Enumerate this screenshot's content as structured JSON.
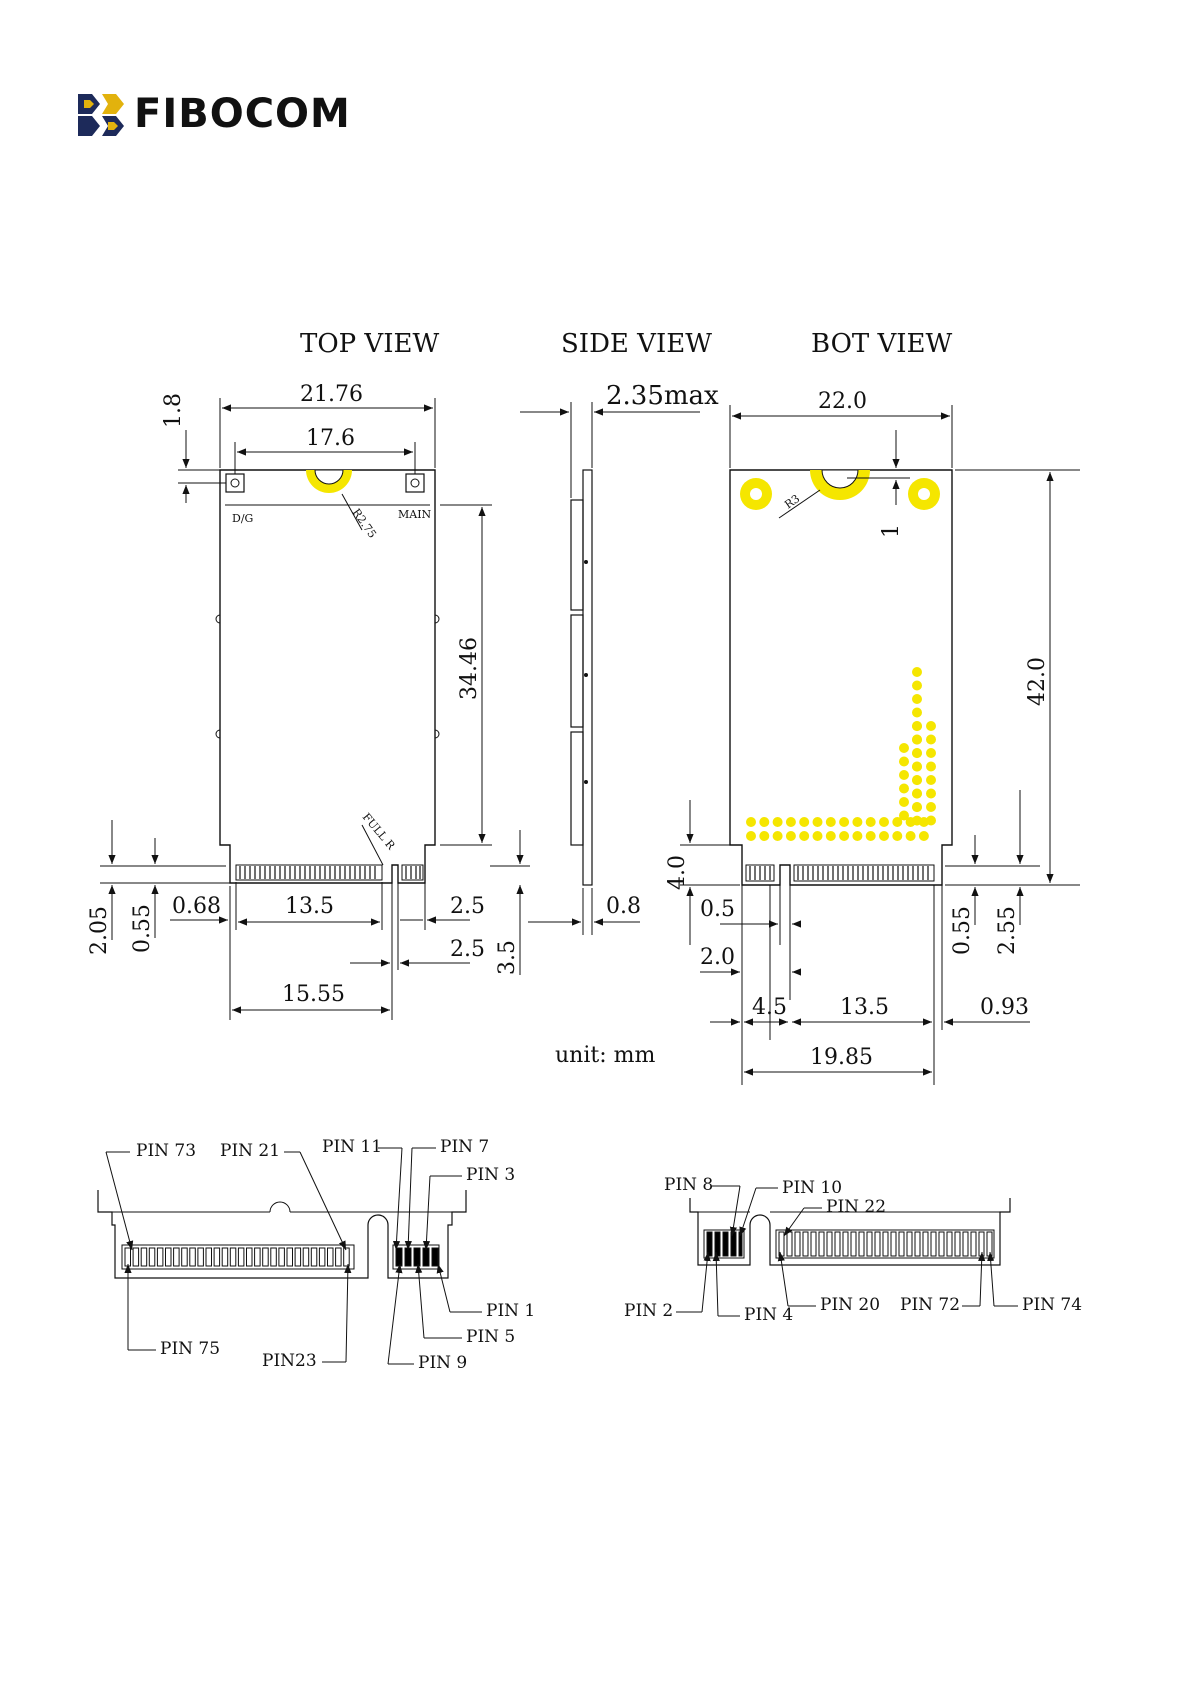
{
  "logo": {
    "text": "FIBOCOM",
    "colors": {
      "gold": "#e2b20d",
      "navy": "#1d2a5a"
    }
  },
  "views": {
    "top": "TOP VIEW",
    "side": "SIDE VIEW",
    "bot": "BOT VIEW"
  },
  "top_view": {
    "width": "21.76",
    "antenna_pitch": "17.6",
    "top_offset": "1.8",
    "height": "34.46",
    "label_dg": "D/G",
    "label_main": "MAIN",
    "radius": "R2.75",
    "full_r": "FULL R",
    "edge_left": "0.68",
    "contact_width": "13.5",
    "right_gap": "2.5",
    "key_width": "2.5",
    "key_depth": "3.5",
    "finger_len": "2.05",
    "finger_gap": "0.55",
    "overall": "15.55"
  },
  "side_view": {
    "max_height": "2.35max",
    "pcb_thickness": "0.8"
  },
  "bot_view": {
    "width": "22.0",
    "radius": "R3",
    "hole_offset": "1",
    "height": "42.0",
    "notch_depth": "4.0",
    "notch_width": "0.5",
    "notch_offset": "2.0",
    "seg_a": "4.5",
    "seg_b": "13.5",
    "seg_c": "0.93",
    "total": "19.85",
    "finger_gap": "0.55",
    "edge_len": "2.55",
    "pad_color": "#f5e600"
  },
  "unit": "unit: mm",
  "pins_top": {
    "pin73": "PIN 73",
    "pin21": "PIN 21",
    "pin11": "PIN 11",
    "pin7": "PIN 7",
    "pin3": "PIN 3",
    "pin1": "PIN 1",
    "pin5": "PIN 5",
    "pin9": "PIN 9",
    "pin75": "PIN 75",
    "pin23": "PIN23"
  },
  "pins_bot": {
    "pin8": "PIN 8",
    "pin10": "PIN 10",
    "pin22": "PIN 22",
    "pin2": "PIN 2",
    "pin4": "PIN 4",
    "pin20": "PIN 20",
    "pin72": "PIN 72",
    "pin74": "PIN 74"
  }
}
